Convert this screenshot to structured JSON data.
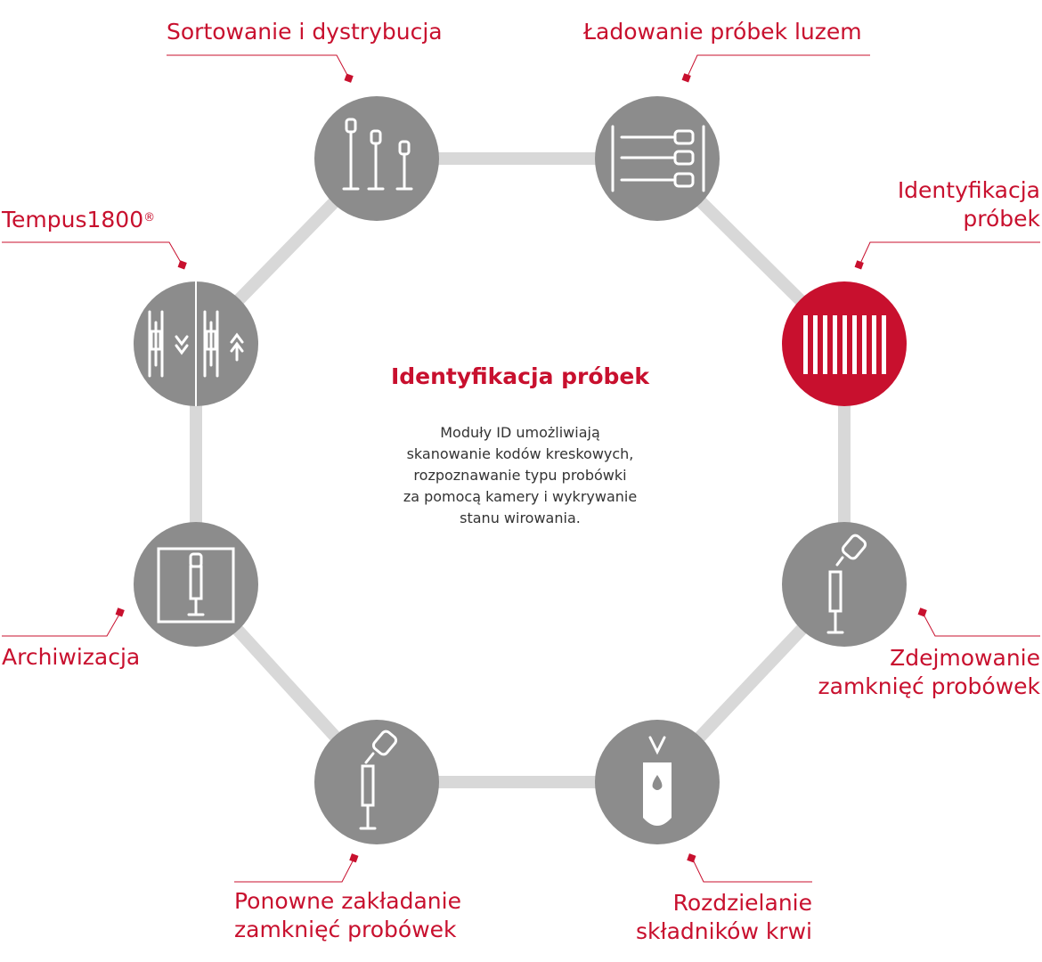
{
  "colors": {
    "accent": "#c8102e",
    "node": "#8c8c8c",
    "connector": "#d8d8d8",
    "icon": "#ffffff",
    "text": "#333333"
  },
  "center": {
    "title": "Identyfikacja próbek",
    "description": "Moduły ID umożliwiają\nskanowanie kodów kreskowych,\nrozpoznawanie typu probówki\nza pomocą kamery i wykrywanie\nstanu wirowania."
  },
  "steps": [
    {
      "id": "sorting",
      "label": "Sortowanie i dystrybucja",
      "icon": "three-tubes-icon",
      "active": false
    },
    {
      "id": "bulk-loading",
      "label": "Ładowanie próbek luzem",
      "icon": "tubes-rack-icon",
      "active": false
    },
    {
      "id": "identification",
      "label_line1": "Identyfikacja",
      "label_line2": "próbek",
      "icon": "barcode-icon",
      "active": true
    },
    {
      "id": "decapping",
      "label_line1": "Zdejmowanie",
      "label_line2": "zamknięć probówek",
      "icon": "decap-tube-icon",
      "active": false
    },
    {
      "id": "separation",
      "label_line1": "Rozdzielanie",
      "label_line2": "składników krwi",
      "icon": "centrifuge-tube-icon",
      "active": false
    },
    {
      "id": "recapping",
      "label_line1": "Ponowne zakładanie",
      "label_line2": "zamknięć probówek",
      "icon": "recap-tube-icon",
      "active": false
    },
    {
      "id": "archiving",
      "label": "Archiwizacja",
      "icon": "archive-tube-icon",
      "active": false
    },
    {
      "id": "tempus",
      "label": "Tempus1800",
      "label_mark": "®",
      "icon": "tube-transport-icon",
      "active": false
    }
  ]
}
